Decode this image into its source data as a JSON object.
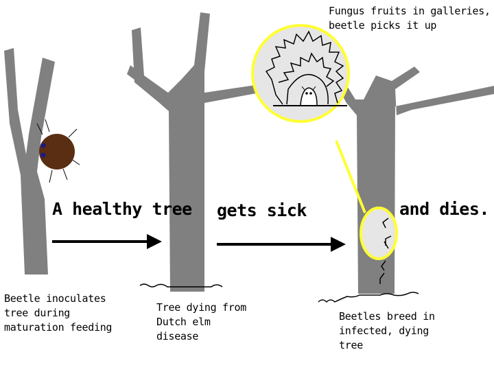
{
  "headlines": {
    "healthy": "A healthy tree",
    "sick": "gets sick",
    "dies": "and dies."
  },
  "captions": {
    "beetle_inoculates": [
      "Beetle inoculates",
      "tree during",
      "maturation feeding"
    ],
    "tree_dying": [
      "Tree dying from",
      "Dutch elm",
      "disease"
    ],
    "beetles_breed": [
      "Beetles breed in",
      "infected, dying",
      "tree"
    ],
    "fungus_fruits": [
      "Fungus fruits in galleries,",
      "beetle picks it up"
    ]
  },
  "colors": {
    "trunk": "#808080",
    "callout_fill": "#e6e6e6",
    "callout_ring": "#ffff33",
    "beetle": "#5a2e12",
    "beetle_eye": "#1a1a8c"
  }
}
